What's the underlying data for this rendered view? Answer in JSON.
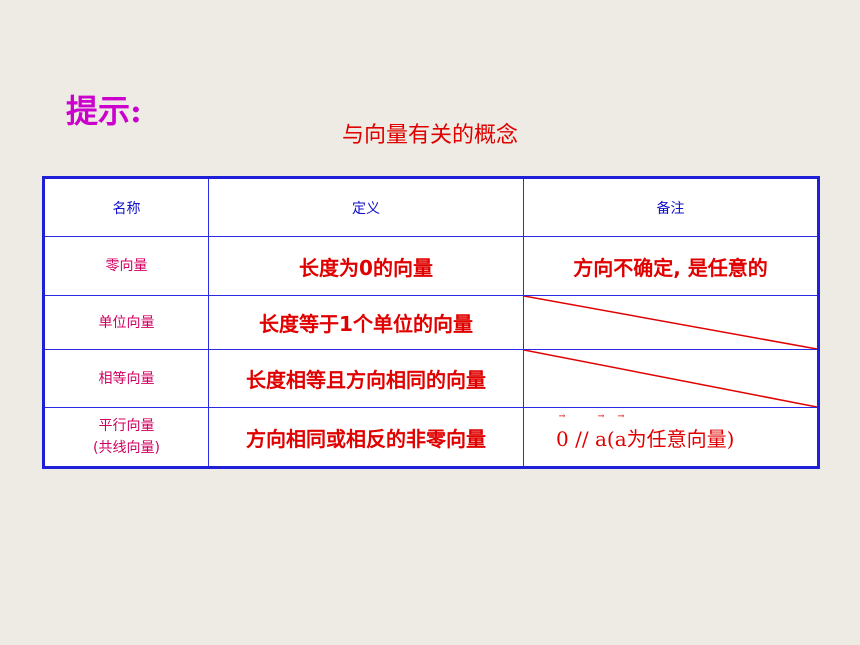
{
  "hint_label": "提示:",
  "title": "与向量有关的概念",
  "table": {
    "headers": [
      "名称",
      "定义",
      "备注"
    ],
    "rows": [
      {
        "name": "零向量",
        "definition": "长度为0的向量",
        "note": "方向不确定, 是任意的"
      },
      {
        "name": "单位向量",
        "definition": "长度等于1个单位的向量",
        "note": ""
      },
      {
        "name": "相等向量",
        "definition": "长度相等且方向相同的向量",
        "note": ""
      },
      {
        "name_line1": "平行向量",
        "name_line2": "(共线向量)",
        "definition": "方向相同或相反的非零向量",
        "note_parts": {
          "zero": "0",
          "parallel": " // ",
          "a": "a",
          "paren": "(",
          "a2": "a",
          "tail": "为任意向量)"
        }
      }
    ]
  },
  "colors": {
    "hint": "#CC00CC",
    "accent_red": "#E00000",
    "table_border": "#1F1FD8",
    "header_text": "#1010C8",
    "background": "#EDEBE4"
  }
}
